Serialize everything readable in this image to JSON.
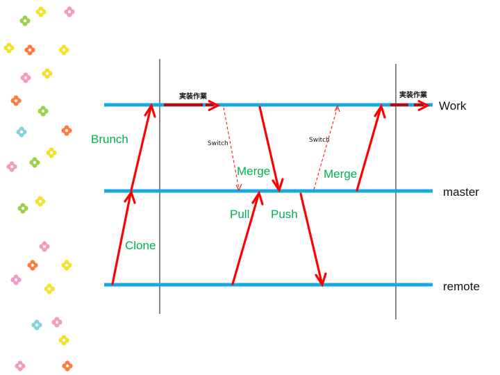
{
  "colors": {
    "lane": "#17a9e3",
    "arrow": "#ff0000",
    "op_label": "#00b050",
    "divider": "#111111",
    "dashed": "#ff0000",
    "flowers": [
      "#9ad14b",
      "#f5e02b",
      "#f59ac3",
      "#ff7a3d",
      "#86d3e0"
    ]
  },
  "lanes": {
    "work": "Work",
    "master": "master",
    "remote": "remote"
  },
  "operations": {
    "brunch": "Brunch",
    "clone": "Clone",
    "merge_left": "Merge",
    "pull": "Pull",
    "push": "Push",
    "merge_right": "Merge"
  },
  "switches": {
    "left": "Switch",
    "right": "Switch"
  },
  "tasks": {
    "left": "実装作業",
    "right": "実装作業"
  },
  "decor": {
    "flower_icon": "flower-icon"
  }
}
